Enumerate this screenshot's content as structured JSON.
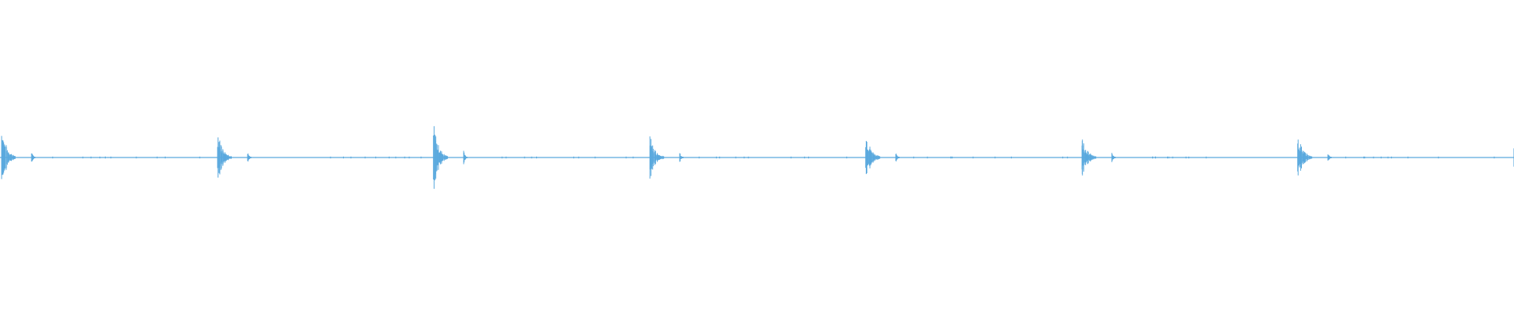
{
  "waveform": {
    "color": "#5aa9de",
    "background": "#ffffff",
    "pulse_count": 8,
    "pulses": [
      {
        "index": 1,
        "primary_amplitude": 0.82,
        "secondary_amplitude": 0.16
      },
      {
        "index": 2,
        "primary_amplitude": 0.76,
        "secondary_amplitude": 0.15
      },
      {
        "index": 3,
        "primary_amplitude": 0.88,
        "secondary_amplitude": 0.18
      },
      {
        "index": 4,
        "primary_amplitude": 0.62,
        "secondary_amplitude": 0.14
      },
      {
        "index": 5,
        "primary_amplitude": 0.68,
        "secondary_amplitude": 0.15
      },
      {
        "index": 6,
        "primary_amplitude": 0.6,
        "secondary_amplitude": 0.14
      },
      {
        "index": 7,
        "primary_amplitude": 0.62,
        "secondary_amplitude": 0.14
      },
      {
        "index": 8,
        "primary_amplitude": 0.4,
        "secondary_amplitude": 0.0
      }
    ]
  }
}
